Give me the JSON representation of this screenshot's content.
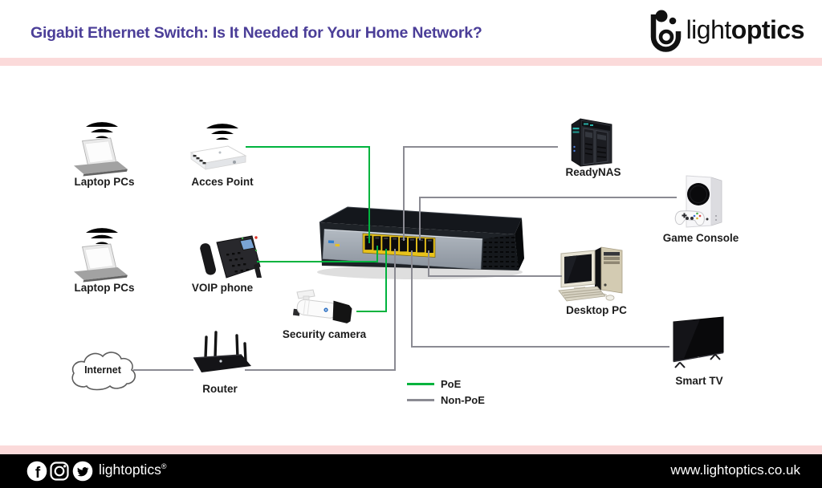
{
  "header": {
    "title": "Gigabit Ethernet Switch: Is It Needed for Your Home Network?",
    "logo_light": "light",
    "logo_bold": "optics"
  },
  "diagram": {
    "nodes": {
      "laptop_top": {
        "label": "Laptop PCs"
      },
      "access_point": {
        "label": "Acces Point"
      },
      "laptop_bottom": {
        "label": "Laptop PCs"
      },
      "voip_phone": {
        "label": "VOIP phone"
      },
      "internet": {
        "label": "Internet"
      },
      "router": {
        "label": "Router"
      },
      "security_camera": {
        "label": "Security camera"
      },
      "ready_nas": {
        "label": "ReadyNAS"
      },
      "game_console": {
        "label": "Game Console"
      },
      "desktop_pc": {
        "label": "Desktop PC"
      },
      "smart_tv": {
        "label": "Smart TV"
      }
    },
    "switch_ports": 8,
    "legend": {
      "poe": {
        "label": "PoE"
      },
      "non_poe": {
        "label": "Non-PoE"
      }
    },
    "connections": [
      {
        "from": "access_point",
        "to": "switch",
        "type": "poe"
      },
      {
        "from": "voip_phone",
        "to": "switch",
        "type": "poe"
      },
      {
        "from": "security_camera",
        "to": "switch",
        "type": "poe"
      },
      {
        "from": "internet",
        "to": "router",
        "type": "non_poe"
      },
      {
        "from": "router",
        "to": "switch",
        "type": "non_poe"
      },
      {
        "from": "ready_nas",
        "to": "switch",
        "type": "non_poe"
      },
      {
        "from": "game_console",
        "to": "switch",
        "type": "non_poe"
      },
      {
        "from": "desktop_pc",
        "to": "switch",
        "type": "non_poe"
      },
      {
        "from": "smart_tv",
        "to": "switch",
        "type": "non_poe"
      }
    ]
  },
  "footer": {
    "brand": "lightoptics",
    "registered_mark": "®",
    "website": "www.lightoptics.co.uk",
    "social": [
      "facebook",
      "instagram",
      "twitter"
    ]
  },
  "colors": {
    "title_purple": "#4b3e98",
    "pink_bar": "#fbdada",
    "poe_green": "#00b33e",
    "non_poe_gray": "#8b8b93",
    "wifi_orange": "#f0821e",
    "label_text": "#1c1c1c",
    "footer_bg": "#000000",
    "footer_text": "#ffffff"
  }
}
